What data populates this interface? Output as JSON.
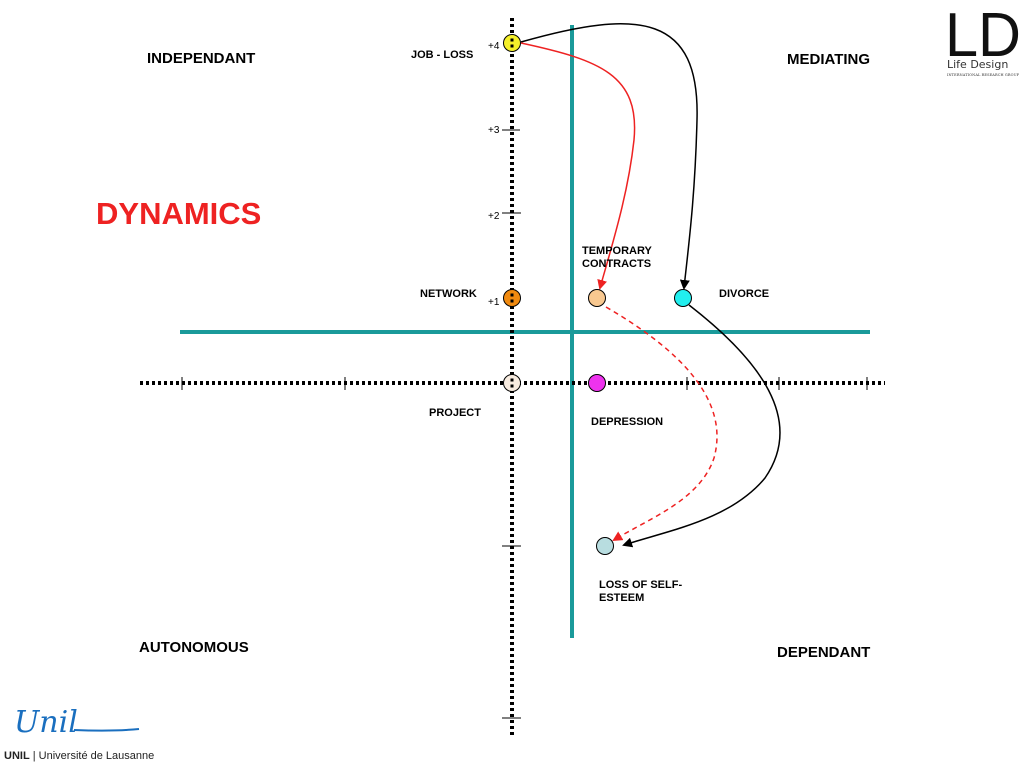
{
  "title": "DYNAMICS",
  "quadrants": {
    "top_left": "INDEPENDANT",
    "top_right": "MEDIATING",
    "bottom_left": "AUTONOMOUS",
    "bottom_right": "DEPENDANT"
  },
  "axis_ticks": [
    "+4",
    "+3",
    "+2",
    "+1"
  ],
  "nodes": [
    {
      "label": "JOB - LOSS",
      "color": "#f5f02a"
    },
    {
      "label": "NETWORK",
      "color": "#f08a10"
    },
    {
      "label": "PROJECT",
      "color": "#f8ece0"
    },
    {
      "label": "TEMPORARY CONTRACTS",
      "color": "#f8c890"
    },
    {
      "label": "DIVORCE",
      "color": "#22eeee"
    },
    {
      "label": "DEPRESSION",
      "color": "#ee33ee"
    },
    {
      "label": "LOSS OF SELF-ESTEEM",
      "color": "#b8dde0"
    }
  ],
  "colors": {
    "teal_axis": "#1a9a9a",
    "red_arrow": "#ee2222",
    "black_arrow": "#000000",
    "title": "#ee2222"
  },
  "logos": {
    "ld": {
      "mark": "LD",
      "name": "Life Design",
      "tagline": "INTERNATIONAL RESEARCH GROUP"
    },
    "unil": {
      "script": "Unil",
      "text_bold": "UNIL",
      "text": "Université de Lausanne"
    }
  }
}
